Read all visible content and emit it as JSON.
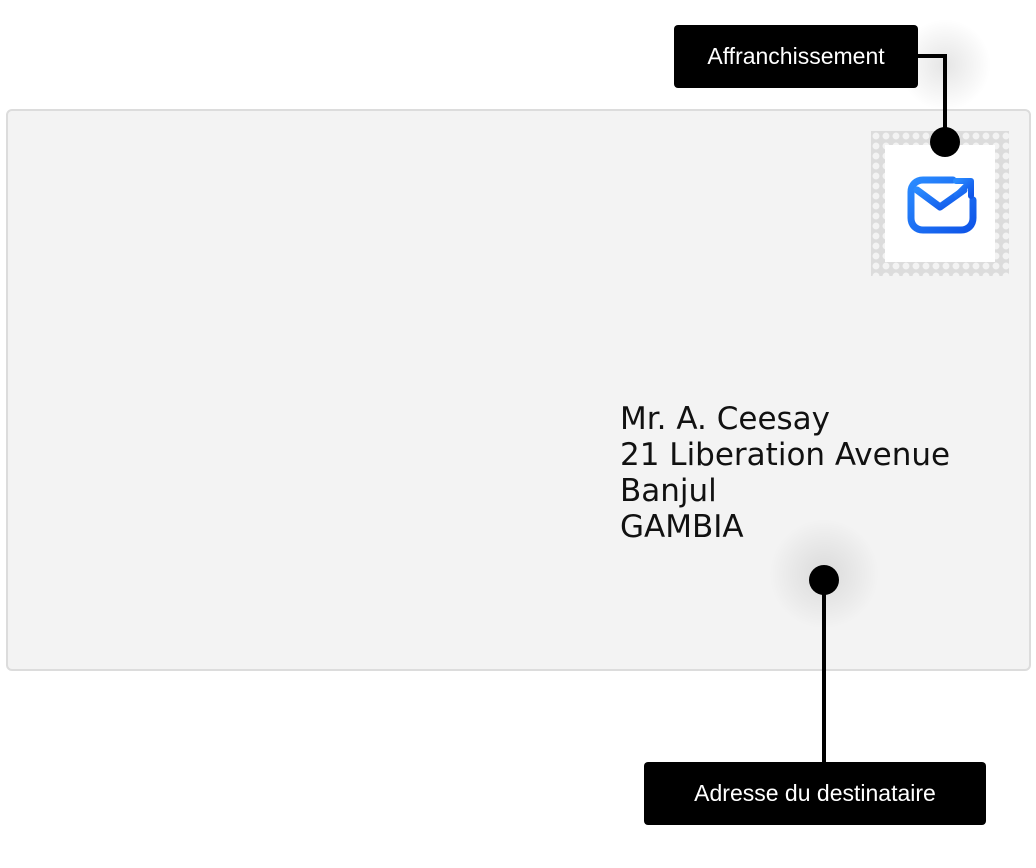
{
  "envelope": {
    "recipient_address": {
      "line1": "Mr. A. Ceesay",
      "line2": "21 Liberation Avenue",
      "line3": "Banjul",
      "line4": "GAMBIA"
    }
  },
  "stamp": {
    "icon": "mail-send-icon",
    "icon_color": "#1466f0"
  },
  "callouts": {
    "postage_label": "Affranchissement",
    "recipient_label": "Adresse du destinataire"
  },
  "colors": {
    "envelope_fill": "#f3f3f3",
    "envelope_border": "#dcdcdc",
    "callout_fill": "#000000",
    "callout_text": "#ffffff"
  }
}
